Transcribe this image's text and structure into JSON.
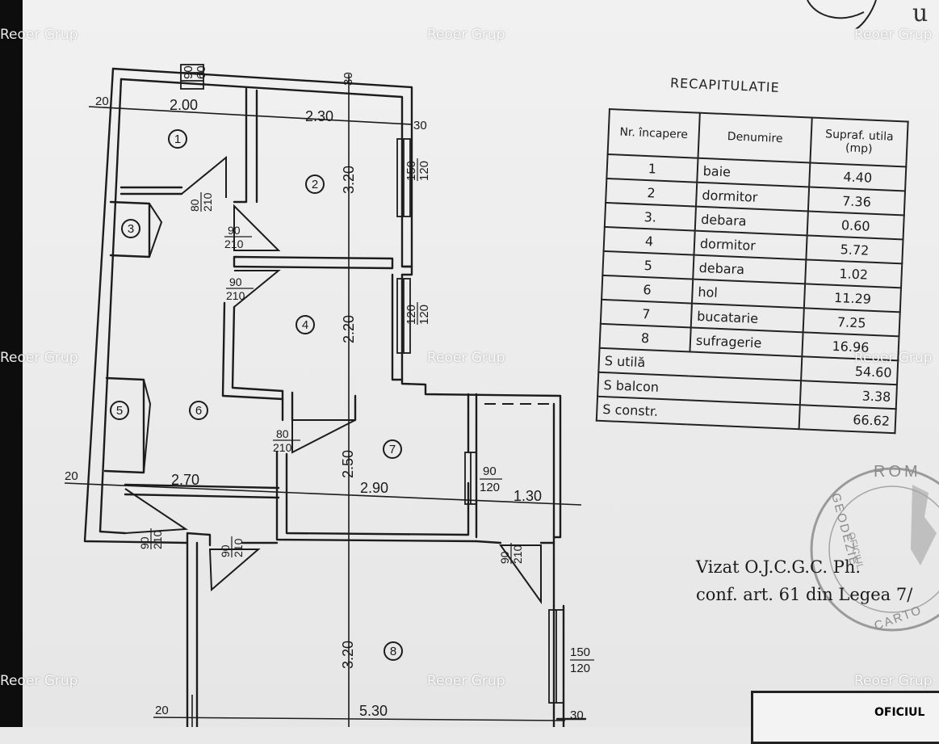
{
  "watermark": "Reoer Grup",
  "recap": {
    "title": "RECAPITULATIE",
    "headers": [
      "Nr. încapere",
      "Denumire",
      "Supraf. utila (mp)"
    ],
    "rows": [
      {
        "nr": "1",
        "name": "baie",
        "area": "4.40"
      },
      {
        "nr": "2",
        "name": "dormitor",
        "area": "7.36"
      },
      {
        "nr": "3.",
        "name": "debara",
        "area": "0.60"
      },
      {
        "nr": "4",
        "name": "dormitor",
        "area": "5.72"
      },
      {
        "nr": "5",
        "name": "debara",
        "area": "1.02"
      },
      {
        "nr": "6",
        "name": "hol",
        "area": "11.29"
      },
      {
        "nr": "7",
        "name": "bucatarie",
        "area": "7.25"
      },
      {
        "nr": "8",
        "name": "sufragerie",
        "area": "16.96"
      }
    ],
    "totals": [
      {
        "label": "S utilă",
        "value": "54.60"
      },
      {
        "label": "S balcon",
        "value": "3.38"
      },
      {
        "label": "S constr.",
        "value": "66.62"
      }
    ]
  },
  "plan": {
    "dims": {
      "d1": "2.00",
      "d2": "2.30",
      "d3": "3.20",
      "d4": "2.20",
      "d5": "2.50",
      "d6": "2.70",
      "d7": "2.90",
      "d8": "1.30",
      "d9": "3.20",
      "d10": "5.30",
      "w20a": "20",
      "w20b": "20",
      "w20c": "20",
      "w30a": "30",
      "w30b": "30",
      "w30c": "30",
      "win1": "150",
      "win1b": "120",
      "win2": "120",
      "win2b": "120",
      "win3": "90",
      "win3b": "120",
      "win4": "150",
      "win4b": "120",
      "top": "90",
      "topb": "60",
      "door1": "80",
      "door1b": "210",
      "door2": "90",
      "door2b": "210",
      "door3": "90",
      "door3b": "210",
      "door4": "80",
      "door4b": "210",
      "door5": "90",
      "door5b": "210",
      "door6": "90",
      "door6b": "210",
      "door7": "90",
      "door7b": "210"
    },
    "rooms": [
      "1",
      "2",
      "3",
      "4",
      "5",
      "6",
      "7",
      "8"
    ]
  },
  "stamp": {
    "line1": "Vizat O.J.C.G.C. Ph.",
    "line2": "conf. art. 61 din Legea 7/",
    "seal_top": "ROM",
    "seal_side": "GEODEZIE",
    "seal_side2": "OFICIUL",
    "seal_bottom": "CARTO",
    "box": "OFICIUL",
    "handwriting": "u"
  }
}
